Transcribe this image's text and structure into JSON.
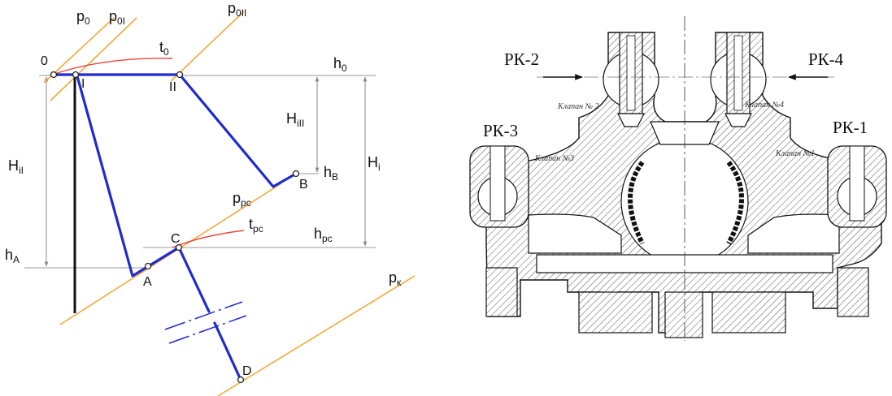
{
  "hs_diagram": {
    "isobars": {
      "p0": {
        "main": "p",
        "sub": "0"
      },
      "p0I": {
        "main": "p",
        "sub": "0I"
      },
      "p0II": {
        "main": "p",
        "sub": "0II"
      },
      "ppc": {
        "main": "p",
        "sub": "pc"
      },
      "pk": {
        "main": "p",
        "sub": "к"
      }
    },
    "isotherms": {
      "t0": {
        "main": "t",
        "sub": "0"
      },
      "tpc": {
        "main": "t",
        "sub": "pc"
      }
    },
    "enthalpy": {
      "h0": {
        "main": "h",
        "sub": "0"
      },
      "hB": {
        "main": "h",
        "sub": "B"
      },
      "hpc": {
        "main": "h",
        "sub": "pc"
      },
      "hA": {
        "main": "h",
        "sub": "A"
      }
    },
    "heat_drops": {
      "HiI": {
        "main": "H",
        "sub": "iI"
      },
      "HiII": {
        "main": "H",
        "sub": "iII"
      },
      "Hi": {
        "main": "H",
        "sub": "i"
      }
    },
    "points": [
      "0",
      "I",
      "II",
      "B",
      "C",
      "A",
      "D"
    ]
  },
  "valve_section": {
    "labels": {
      "rk2": "РК-2",
      "rk4": "РК-4",
      "rk3": "РК-3",
      "rk1": "РК-1"
    },
    "valve_marks": {
      "v2": "Клапан № 2",
      "v4": "Клапан №4",
      "v3": "Клапан №3",
      "v1": "Клапан №1"
    }
  }
}
